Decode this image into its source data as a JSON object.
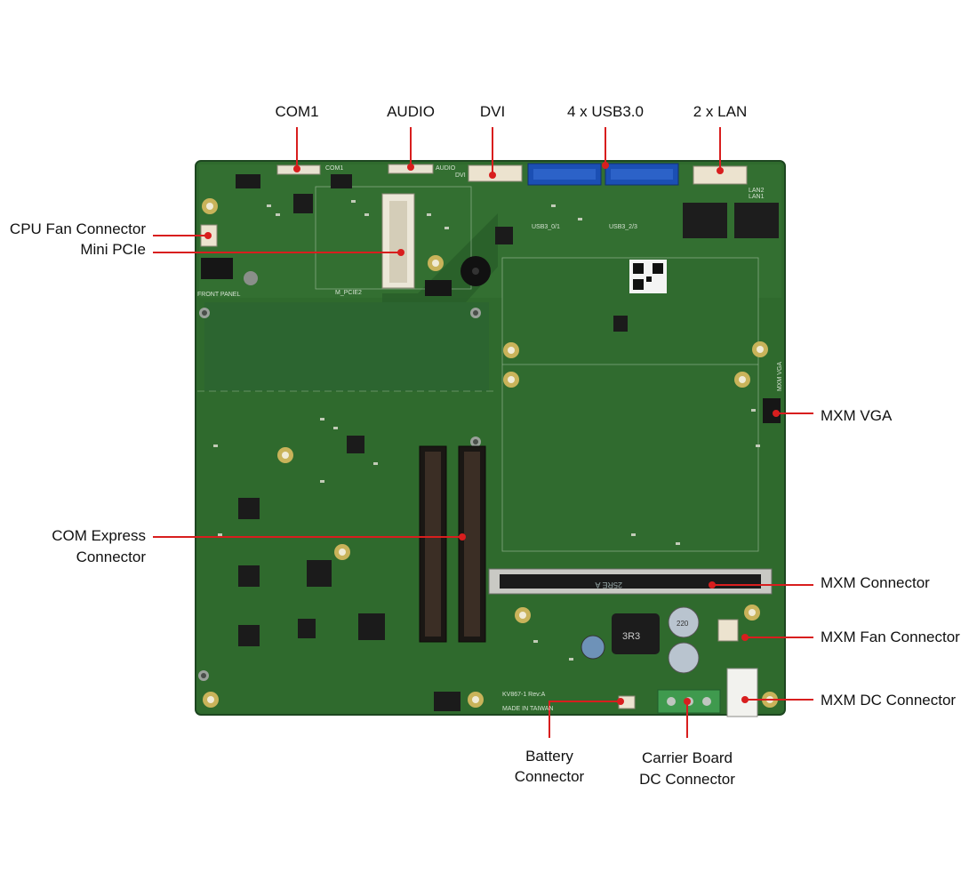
{
  "colors": {
    "board": "#2f6a2d",
    "board_dark": "#1f4d22",
    "board_light": "#3f7d3a",
    "leader": "#d81e1e",
    "text": "#111111"
  },
  "labels": {
    "com1": "COM1",
    "audio": "AUDIO",
    "dvi": "DVI",
    "usb": "4 x USB3.0",
    "lan": "2 x LAN",
    "cpu_fan": "CPU Fan Connector",
    "mini_pcie": "Mini  PCIe",
    "com_express_line1": "COM Express",
    "com_express_line2": "Connector",
    "mxm_vga": "MXM VGA",
    "mxm_connector": "MXM Connector",
    "mxm_fan": "MXM Fan Connector",
    "mxm_dc": "MXM DC Connector",
    "battery_line1": "Battery",
    "battery_line2": "Connector",
    "carrier_line1": "Carrier Board",
    "carrier_line2": "DC Connector"
  },
  "silkscreen": {
    "com1": "COM1",
    "audio": "AUDIO",
    "dvi": "DVI",
    "usb_a": "USB3_0/1",
    "usb_b": "USB3_2/3",
    "lan1": "LAN1",
    "lan2": "LAN2",
    "front_panel": "FRONT PANEL",
    "m_pcie": "M_PCIE2",
    "mxm_vga": "MXM VGA",
    "mxm_code": "25RE A",
    "choke": "3R3",
    "cap": "220",
    "board_code": "KV867-1 Rev:A",
    "made_in": "MADE IN TAIWAN"
  }
}
